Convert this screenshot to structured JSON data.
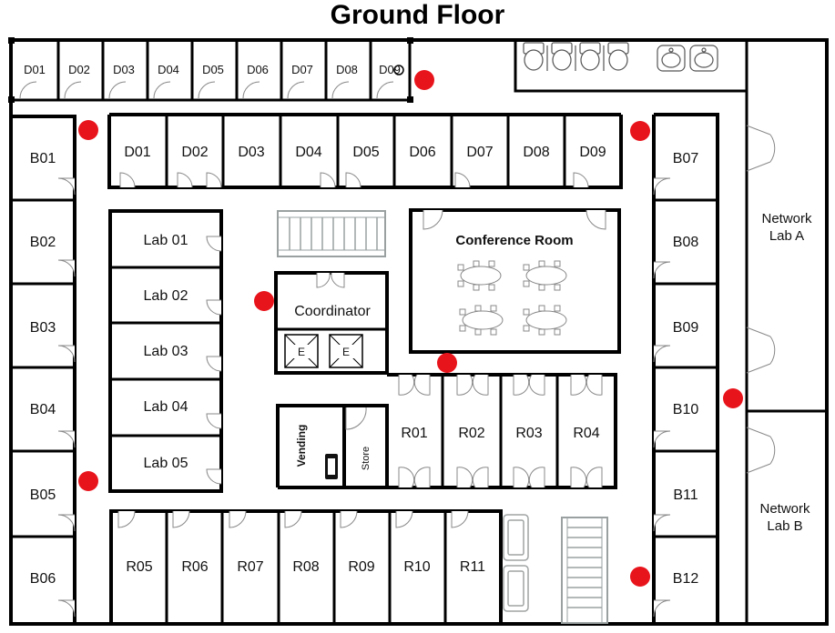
{
  "title": "Ground Floor",
  "rooms": {
    "top_d": [
      "D01",
      "D02",
      "D03",
      "D04",
      "D05",
      "D06",
      "D07",
      "D08",
      "D09"
    ],
    "inner_d": [
      "D01",
      "D02",
      "D03",
      "D04",
      "D05",
      "D06",
      "D07",
      "D08",
      "D09"
    ],
    "b_left": [
      "B01",
      "B02",
      "B03",
      "B04",
      "B05",
      "B06"
    ],
    "b_right": [
      "B07",
      "B08",
      "B09",
      "B10",
      "B11",
      "B12"
    ],
    "labs": [
      "Lab 01",
      "Lab 02",
      "Lab 03",
      "Lab 04",
      "Lab 05"
    ],
    "r_mid": [
      "R01",
      "R02",
      "R03",
      "R04"
    ],
    "r_bottom": [
      "R05",
      "R06",
      "R07",
      "R08",
      "R09",
      "R10",
      "R11"
    ],
    "coordinator": "Coordinator",
    "elevator": "E",
    "conference": "Conference Room",
    "vending": "Vending",
    "store": "Store",
    "network_a_line1": "Network",
    "network_a_line2": "Lab A",
    "network_b_line1": "Network",
    "network_b_line2": "Lab B"
  },
  "colors": {
    "marker": "#e8141c",
    "wall": "#000000",
    "stairs": "#9aa0a0"
  },
  "icons": [
    "toilet-icon",
    "sink-icon",
    "table-icon",
    "stairs-icon",
    "sofa-icon",
    "telephone-icon",
    "door-swing-icon",
    "marker-icon",
    "selection-handle-icon"
  ]
}
